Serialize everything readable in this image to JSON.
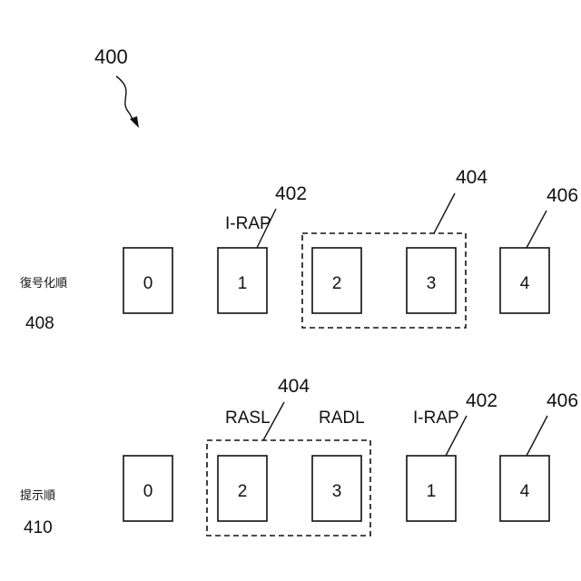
{
  "figure": {
    "ref": "400"
  },
  "decode_row": {
    "label": "復号化順",
    "ref": "408",
    "boxes": [
      "0",
      "1",
      "2",
      "3",
      "4"
    ],
    "irap_label": "I-RAP",
    "irap_ref": "402",
    "group_ref": "404",
    "last_ref": "406"
  },
  "present_row": {
    "label": "提示順",
    "ref": "410",
    "boxes": [
      "0",
      "2",
      "3",
      "1",
      "4"
    ],
    "rasl_label": "RASL",
    "radl_label": "RADL",
    "irap_label": "I-RAP",
    "irap_ref": "402",
    "group_ref": "404",
    "last_ref": "406"
  }
}
